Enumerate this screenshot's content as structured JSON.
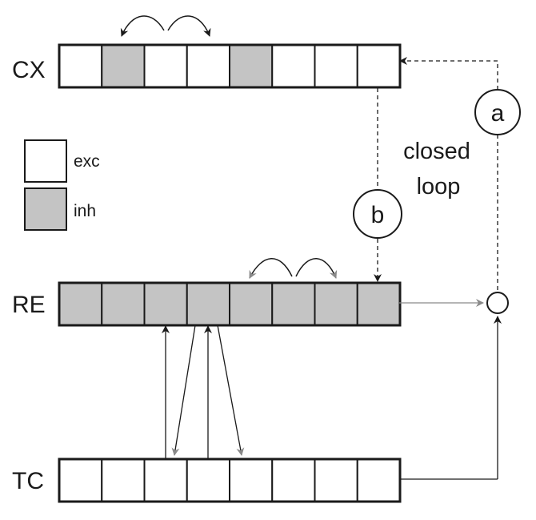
{
  "colors": {
    "exc": "#ffffff",
    "inh": "#c4c4c4",
    "stroke": "#1a1a1a",
    "grey_arrow": "#8a8a8a"
  },
  "layers": {
    "cx": {
      "label": "CX",
      "cells": [
        "exc",
        "inh",
        "exc",
        "exc",
        "inh",
        "exc",
        "exc",
        "exc"
      ]
    },
    "re": {
      "label": "RE",
      "cells": [
        "inh",
        "inh",
        "inh",
        "inh",
        "inh",
        "inh",
        "inh",
        "inh"
      ]
    },
    "tc": {
      "label": "TC",
      "cells": [
        "exc",
        "exc",
        "exc",
        "exc",
        "exc",
        "exc",
        "exc",
        "exc"
      ]
    }
  },
  "legend": {
    "exc_label": "exc",
    "inh_label": "inh"
  },
  "annotations": {
    "closed_line1": "closed",
    "closed_line2": "loop",
    "circle_a": "a",
    "circle_b": "b"
  }
}
